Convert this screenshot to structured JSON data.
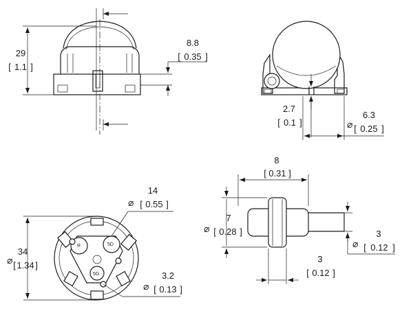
{
  "views": {
    "front": {
      "height_mm": "29",
      "height_in": "1.1",
      "lens_offset_mm": "8.8",
      "lens_offset_in": "0.35"
    },
    "side": {
      "gap_mm": "2.7",
      "gap_in": "0.1",
      "pin_dia_mm": "6.3",
      "pin_dia_in": "0.25"
    },
    "bottom": {
      "dome_dia_mm": "14",
      "dome_dia_in": "0.55",
      "body_dia_mm": "34",
      "body_dia_in": "1.34",
      "hole_dia_mm": "3.2",
      "hole_dia_in": "0.13",
      "socket_markings": [
        "R",
        "5D",
        "5G"
      ]
    },
    "detail": {
      "length_mm": "8",
      "length_in": "0.31",
      "dia_mm": "7",
      "dia_in": "0.28",
      "flange_mm": "3",
      "flange_in": "0.12",
      "pin_mm": "3",
      "pin_in": "0.12"
    }
  },
  "symbols": {
    "diameter": "⌀"
  }
}
